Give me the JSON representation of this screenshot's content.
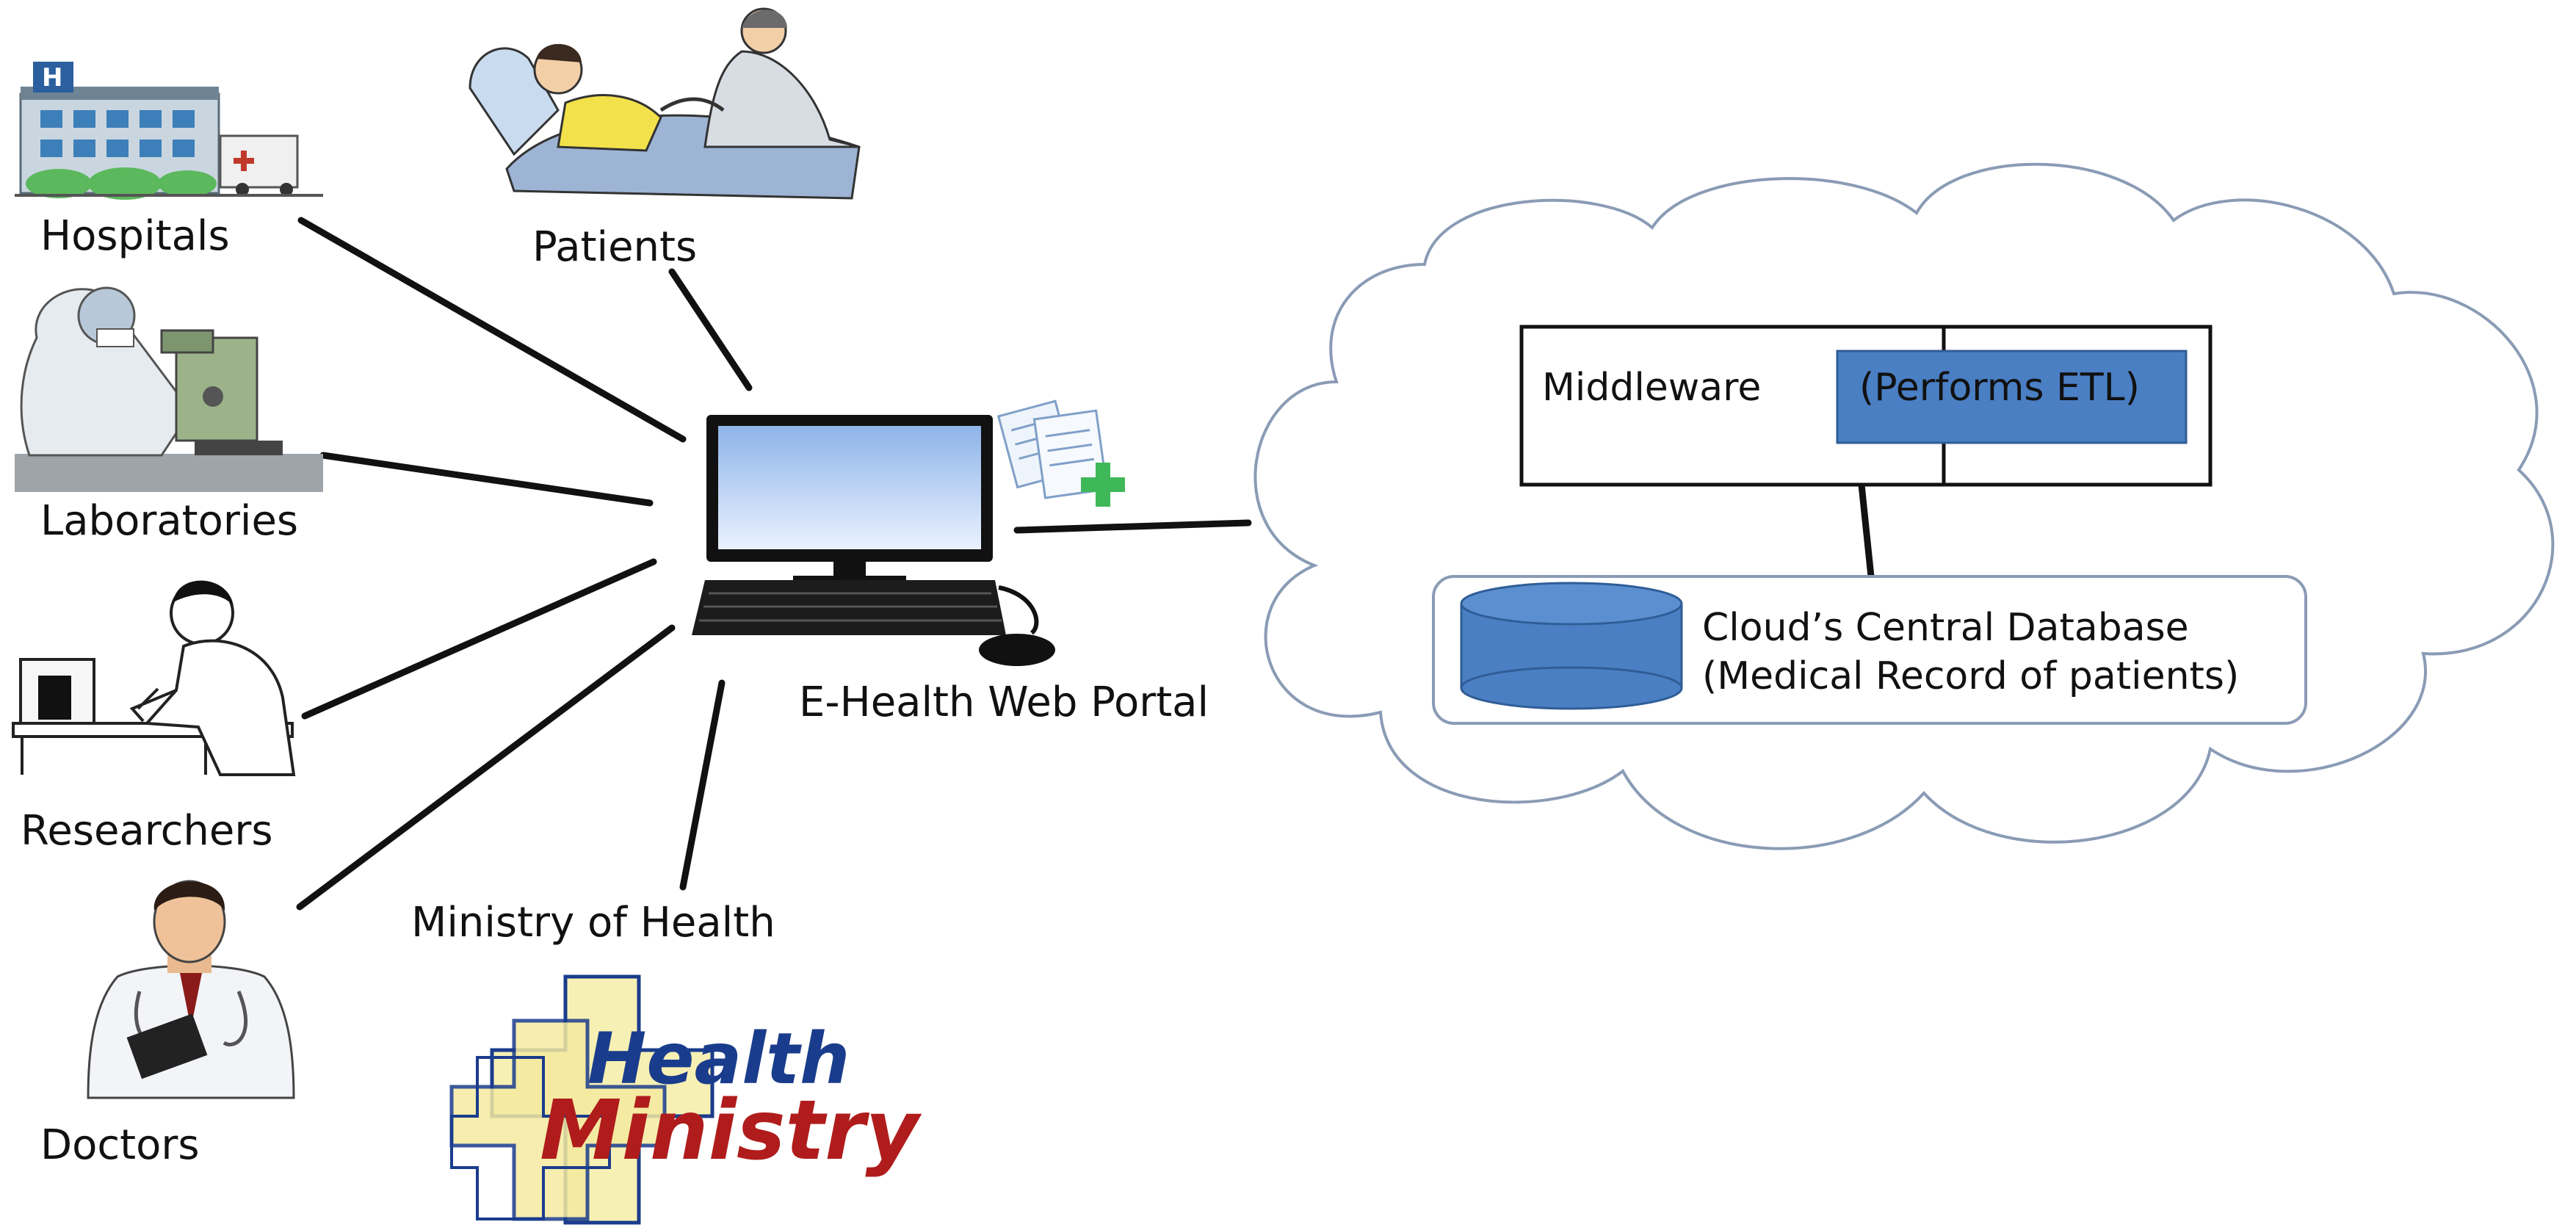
{
  "title": "",
  "stakeholders": {
    "hospitals": "Hospitals",
    "patients": "Patients",
    "laboratories": "Laboratories",
    "researchers": "Researchers",
    "doctors": "Doctors",
    "ministry": "Ministry of Health"
  },
  "portal": {
    "label": "E-Health Web Portal"
  },
  "cloud": {
    "middleware": "Middleware",
    "etl": "(Performs ETL)",
    "database_line1": "Cloud’s Central Database",
    "database_line2": "(Medical Record of patients)"
  },
  "logo": {
    "word1": "Health",
    "word2": "Ministry"
  },
  "icons": {
    "hospital": "hospital-building-icon",
    "patients": "patient-nurse-icon",
    "laboratory": "lab-microscope-icon",
    "researcher": "researcher-desk-icon",
    "doctor": "doctor-icon",
    "computer": "computer-icon",
    "documents": "medical-documents-icon",
    "database": "database-cylinder-icon",
    "cloud": "cloud-icon"
  },
  "colors": {
    "etl_fill": "#4a7fc4",
    "database_fill": "#4a7fc4",
    "cloud_stroke": "#8a9bb5",
    "logo_blue": "#1a3c8c",
    "logo_red": "#b01c1c"
  }
}
